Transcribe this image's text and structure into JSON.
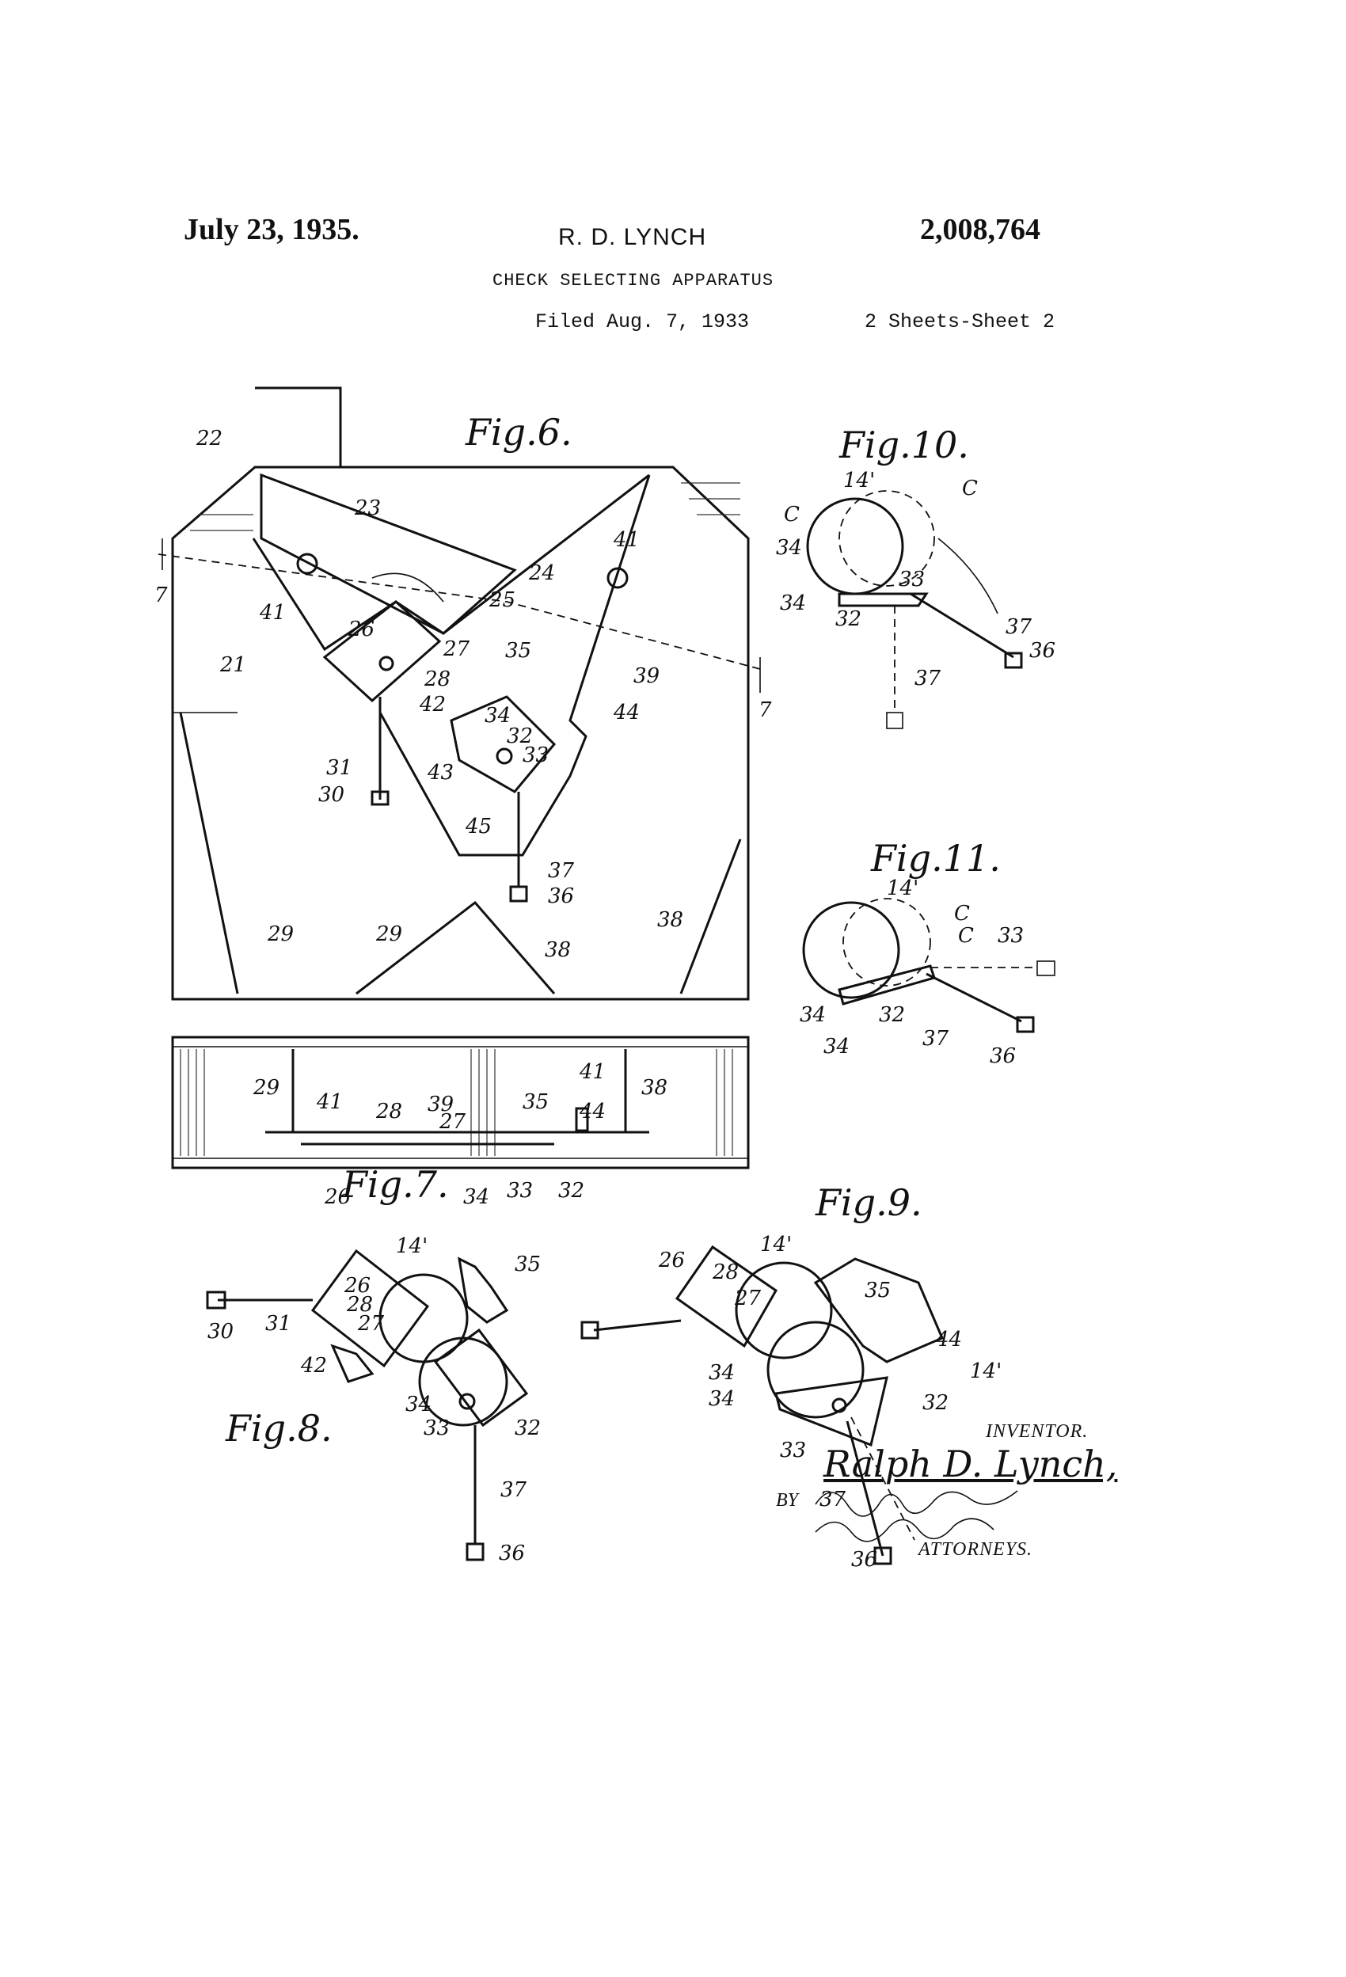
{
  "header": {
    "date": "July 23, 1935.",
    "inventor_name": "R. D. LYNCH",
    "patent_number": "2,008,764",
    "title": "CHECK SELECTING APPARATUS",
    "filed": "Filed Aug. 7, 1933",
    "sheets": "2 Sheets-Sheet 2"
  },
  "figures": {
    "fig6": "Fig.6.",
    "fig7": "Fig.7.",
    "fig8": "Fig.8.",
    "fig9": "Fig.9.",
    "fig10": "Fig.10.",
    "fig11": "Fig.11."
  },
  "signature": {
    "inventor_label": "INVENTOR.",
    "inventor": "Ralph D. Lynch,",
    "by": "BY",
    "attorneys_label": "ATTORNEYS."
  },
  "labels": {
    "l21": "21",
    "l22": "22",
    "l23": "23",
    "l24": "24",
    "l25": "25",
    "l26": "26",
    "l27": "27",
    "l28": "28",
    "l29": "29",
    "l30": "30",
    "l31": "31",
    "l32": "32",
    "l33": "33",
    "l34": "34",
    "l35": "35",
    "l36": "36",
    "l37": "37",
    "l38": "38",
    "l39": "39",
    "l41": "41",
    "l42": "42",
    "l43": "43",
    "l44": "44",
    "l45": "45",
    "l7": "7",
    "l14p": "14'",
    "lC": "C"
  }
}
